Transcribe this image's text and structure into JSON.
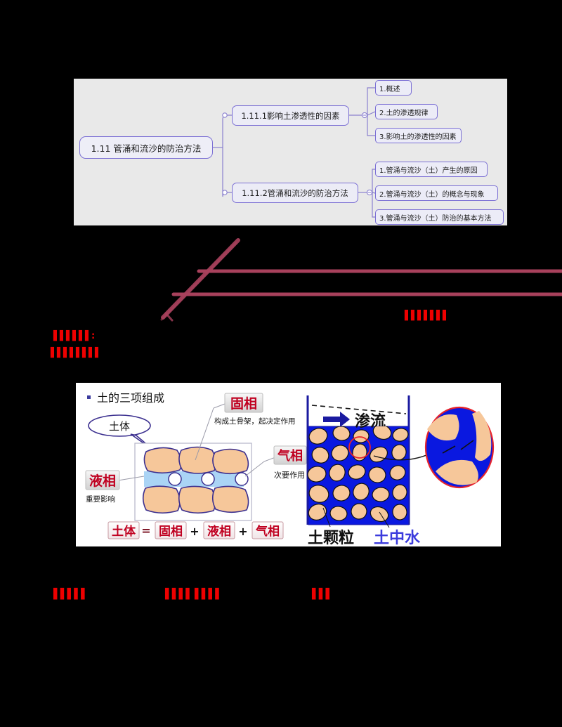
{
  "mindmap": {
    "root": "1.11 管涌和流沙的防治方法",
    "branches": [
      {
        "label": "1.11.1影响土渗透性的因素",
        "leaves": [
          "1.概述",
          "2.土的渗透规律",
          "3.影响土的渗透性的因素"
        ]
      },
      {
        "label": "1.11.2管涌和流沙的防治方法",
        "leaves": [
          "1.管涌与流沙（土）产生的原因",
          "2.管涌与流沙（土）的概念与现象",
          "3.管涌与流沙（土）防治的基本方法"
        ]
      }
    ],
    "colors": {
      "panel_bg": "#e9e9e9",
      "node_border": "#7b6fd4",
      "node_fill": "#ebebf5",
      "connector": "#8a80cf"
    }
  },
  "annotations": {
    "stroke_color": "#a8415c",
    "red_text_color": "#ee0000",
    "garbled_right": "▌▌▌▌▌▌▌",
    "garbled_left_1": "▌▌▌▌▌▌:",
    "garbled_left_2": "▌▌▌▌▌▌▌▌",
    "garbled_bottom_1": "▌▌▌▌▌",
    "garbled_bottom_2": "▌▌▌▌",
    "garbled_bottom_3": "▌▌▌▌",
    "garbled_bottom_4": "▌▌▌"
  },
  "soil_figure": {
    "heading": "土的三项组成",
    "bullet": "▪",
    "callout_soil_body": "土体",
    "labels": {
      "solid_phase": "固相",
      "solid_phase_note": "构成土骨架，起决定作用",
      "liquid_phase": "液相",
      "liquid_phase_note": "重要影响",
      "gas_phase": "气相",
      "gas_phase_note": "次要作用"
    },
    "equation": {
      "left": "土体",
      "equals": "=",
      "terms": [
        "固相",
        "液相",
        "气相"
      ],
      "plus": "+"
    },
    "seepage": {
      "arrow": "➡",
      "label": "渗流",
      "particle_label": "土颗粒",
      "water_label": "土中水"
    },
    "colors": {
      "particle": "#f6c79a",
      "particle_edge": "#3b2f8f",
      "water_blue": "#0a18e0",
      "pore_water": "#aad4f5",
      "label_red": "#c00020",
      "water_text": "#3b3bdd",
      "magnifier_edge": "#e8232a"
    }
  }
}
